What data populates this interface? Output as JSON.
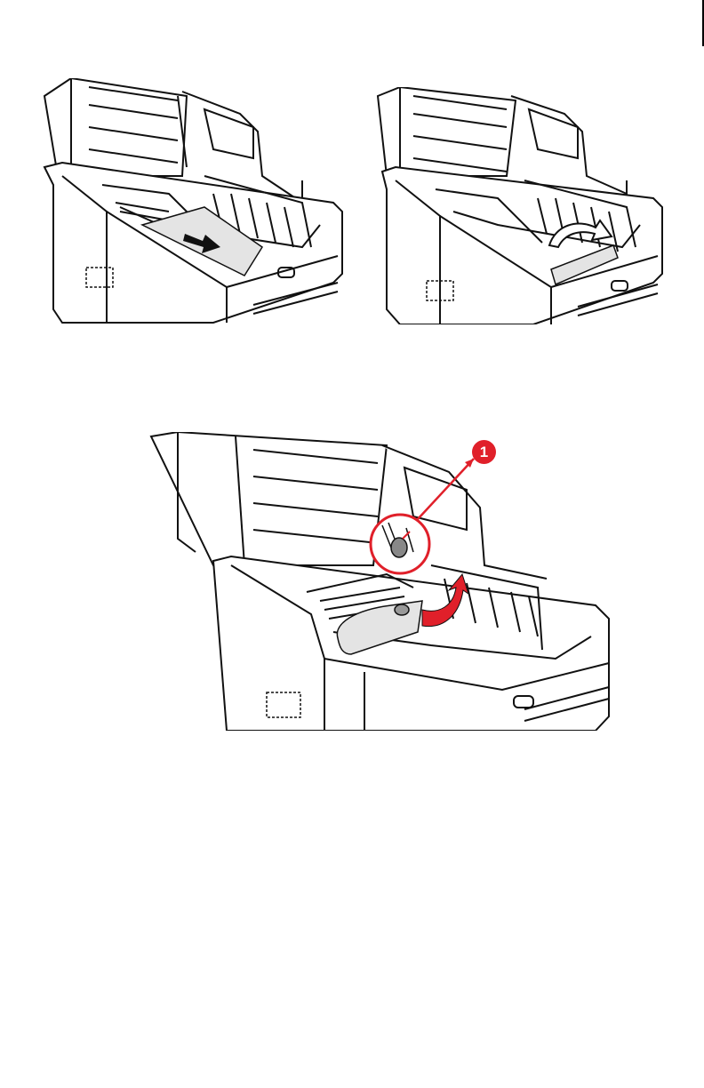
{
  "page": {
    "accent_color": "#e0202a"
  },
  "figures": [
    {
      "name": "remove-paper-from-top",
      "step": ""
    },
    {
      "name": "remove-paper-from-rear",
      "step": ""
    },
    {
      "name": "rotate-knob-to-feed-paper",
      "step": ""
    }
  ],
  "callouts": [
    {
      "label": "1"
    }
  ]
}
